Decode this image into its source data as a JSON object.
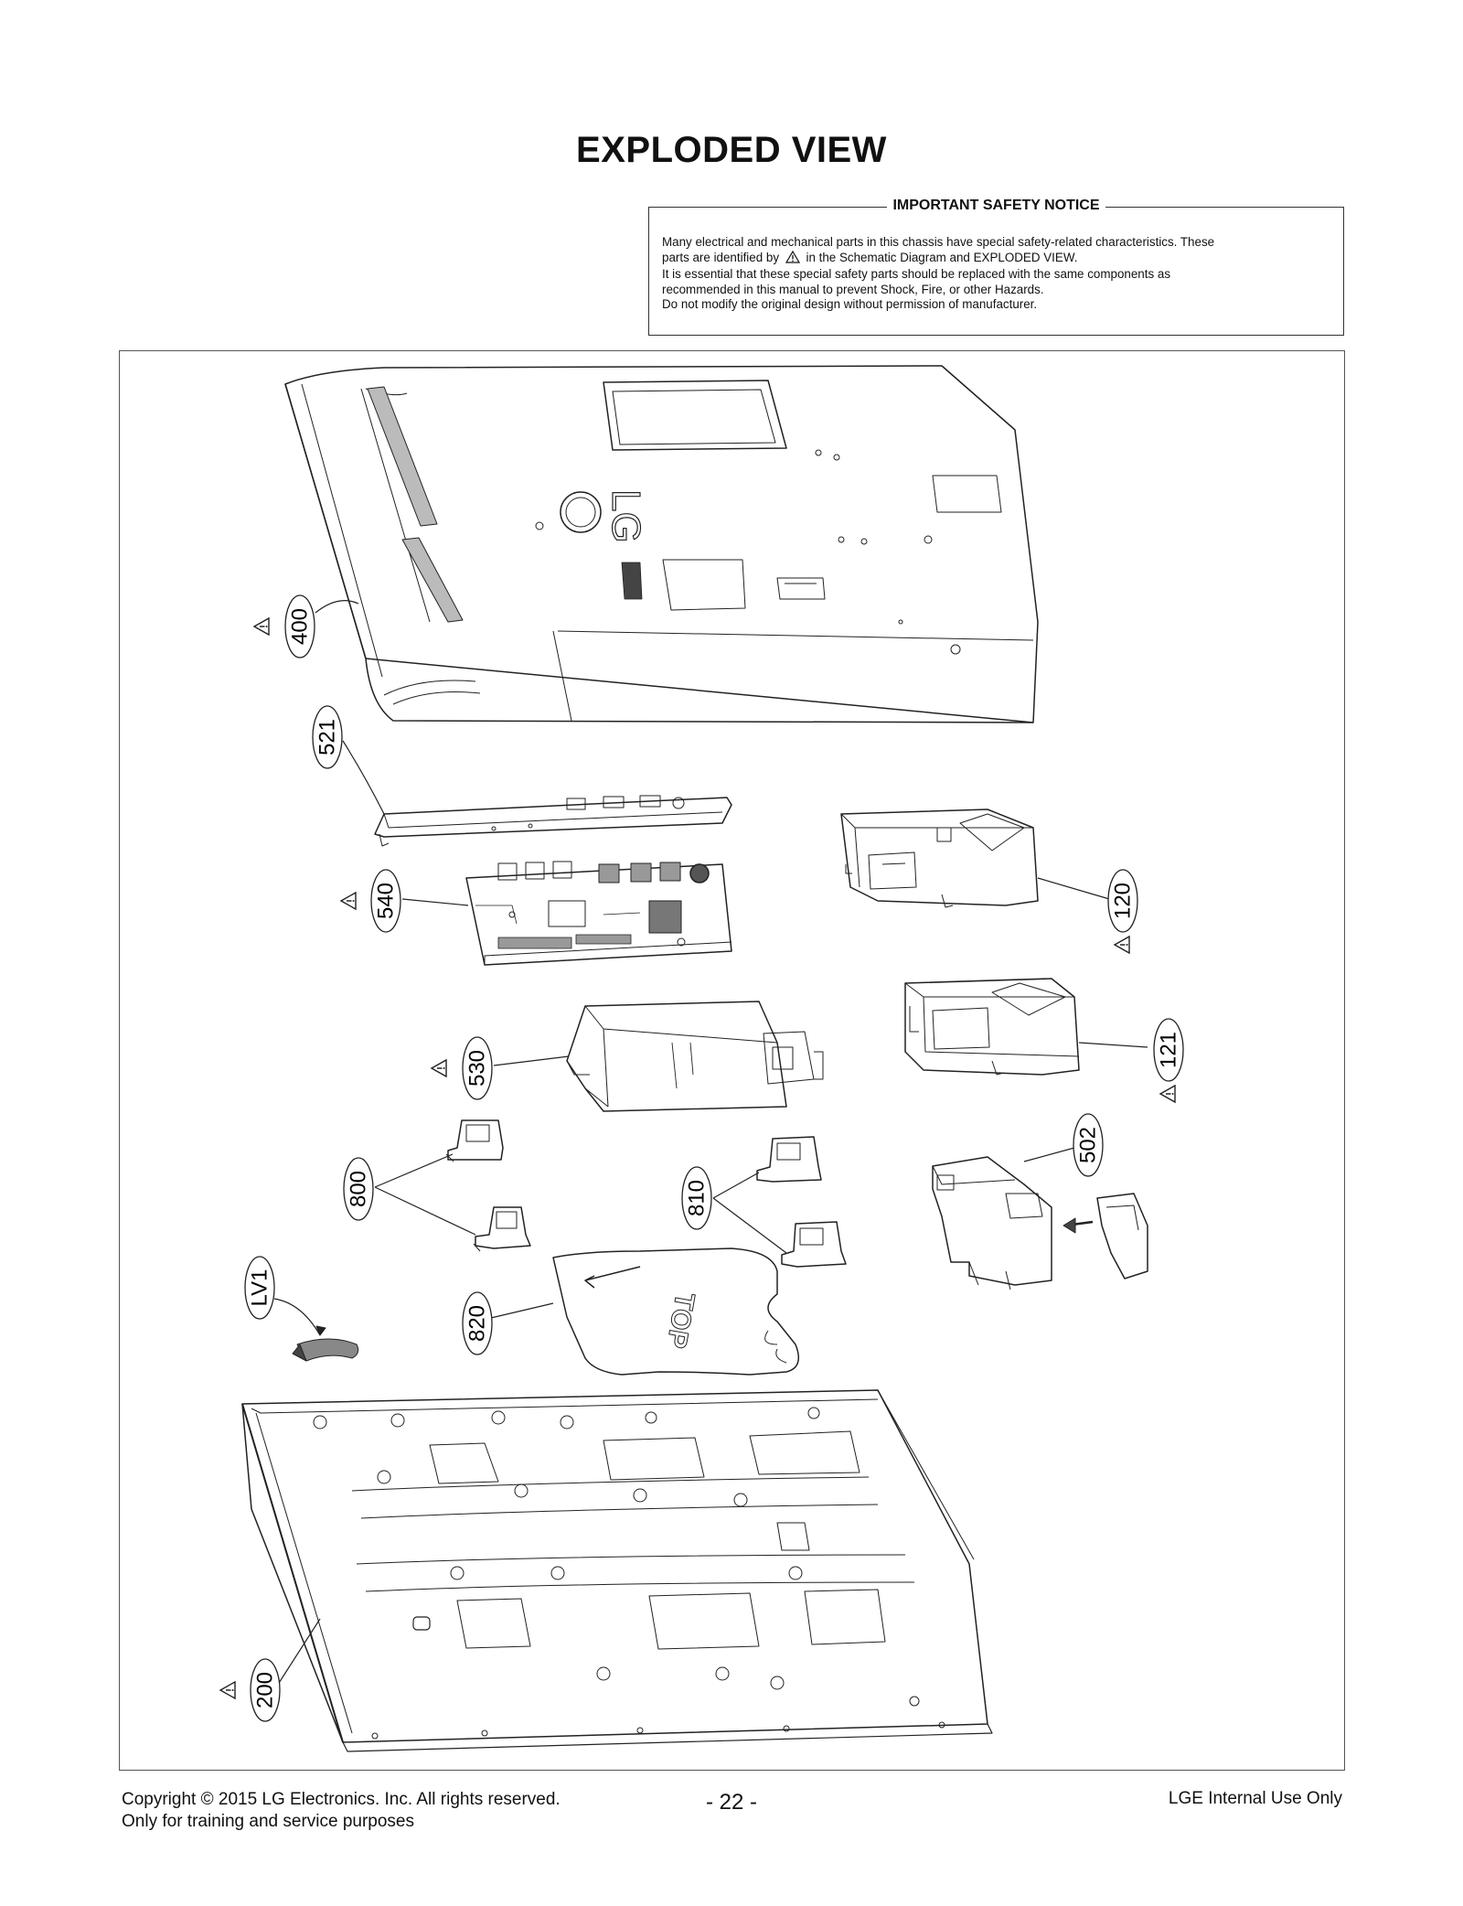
{
  "page": {
    "title": "EXPLODED VIEW"
  },
  "safety_notice": {
    "heading": "IMPORTANT SAFETY NOTICE",
    "line1": "Many electrical and mechanical parts in this chassis have special safety-related characteristics. These",
    "line2_before_icon": "parts are identified by",
    "line2_after_icon": "in the Schematic Diagram and EXPLODED VIEW.",
    "line3": "It is essential that these special safety parts should be replaced with the same components as",
    "line4": "recommended in this manual to prevent Shock, Fire, or other Hazards.",
    "line5": "Do not modify the original design without permission of manufacturer."
  },
  "diagram": {
    "parts": [
      {
        "label": "400",
        "safety": true
      },
      {
        "label": "521",
        "safety": false
      },
      {
        "label": "540",
        "safety": true
      },
      {
        "label": "120",
        "safety": true
      },
      {
        "label": "121",
        "safety": true
      },
      {
        "label": "530",
        "safety": true
      },
      {
        "label": "502",
        "safety": false
      },
      {
        "label": "800",
        "safety": false
      },
      {
        "label": "810",
        "safety": false
      },
      {
        "label": "LV1",
        "safety": false
      },
      {
        "label": "820",
        "safety": false
      },
      {
        "label": "200",
        "safety": true
      }
    ],
    "back_cover_logo": "LG",
    "sheet_text_top": "TOP"
  },
  "footer": {
    "copyright_line1": "Copyright  © 2015 LG Electronics. Inc. All rights reserved.",
    "copyright_line2": "Only for training and service purposes",
    "page_number": "- 22 -",
    "internal": "LGE Internal Use Only"
  }
}
